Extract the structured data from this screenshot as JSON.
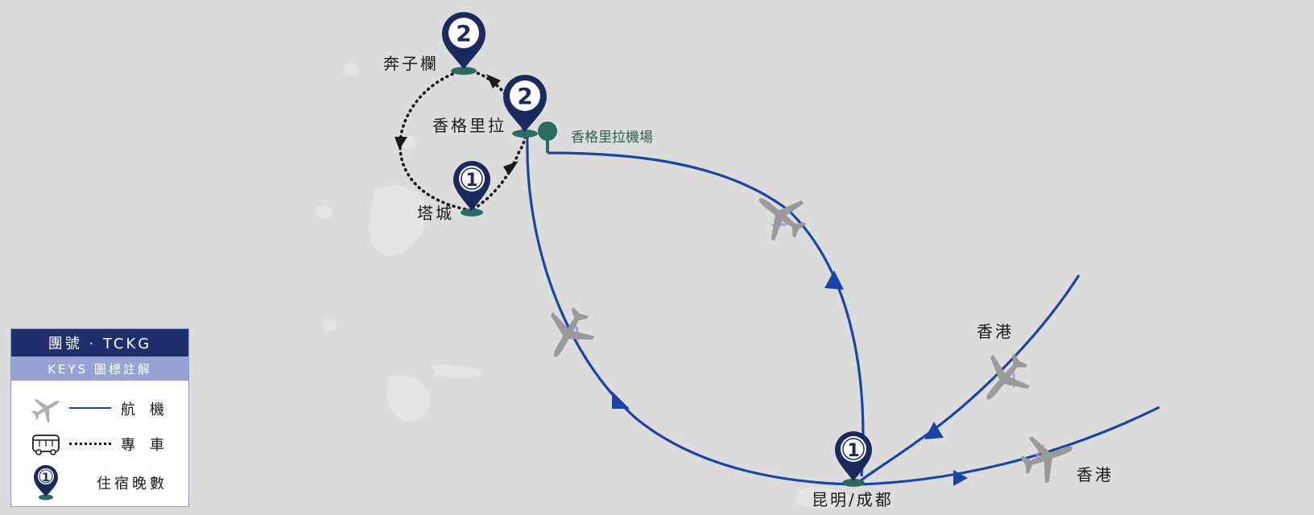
{
  "places": {
    "benzilan": "奔子欄",
    "shangrila": "香格里拉",
    "tacheng": "塔城",
    "shangrila_airport": "香格里拉機場",
    "kunming_chengdu": "昆明/成都",
    "hongkong_top": "香港",
    "hongkong_bottom": "香港"
  },
  "pins": {
    "benzilan": "2",
    "shangrila": "2",
    "tacheng": "1",
    "kunming_chengdu": "1"
  },
  "legend": {
    "title": "團號 · TCKG",
    "subtitle": "KEYS 圖標註解",
    "flight_label": "航機",
    "coach_label": "專車",
    "nights_label": "住宿晚數",
    "nights_pin_value": "1"
  },
  "colors": {
    "background": "#dcdcdc",
    "land": "#e4e4e4",
    "flight_route": "#1a45a8",
    "coach_route": "#1a1a1a",
    "pin": "#1a2a5e",
    "pin_base": "#2a6b62",
    "plane": "#9a9a9a",
    "legend_header": "#1f2f6b",
    "legend_subheader": "#98a2d4"
  },
  "icons": {
    "plane": "plane-icon",
    "bus": "bus-icon",
    "pin": "location-pin-icon",
    "tree": "tree-icon"
  }
}
